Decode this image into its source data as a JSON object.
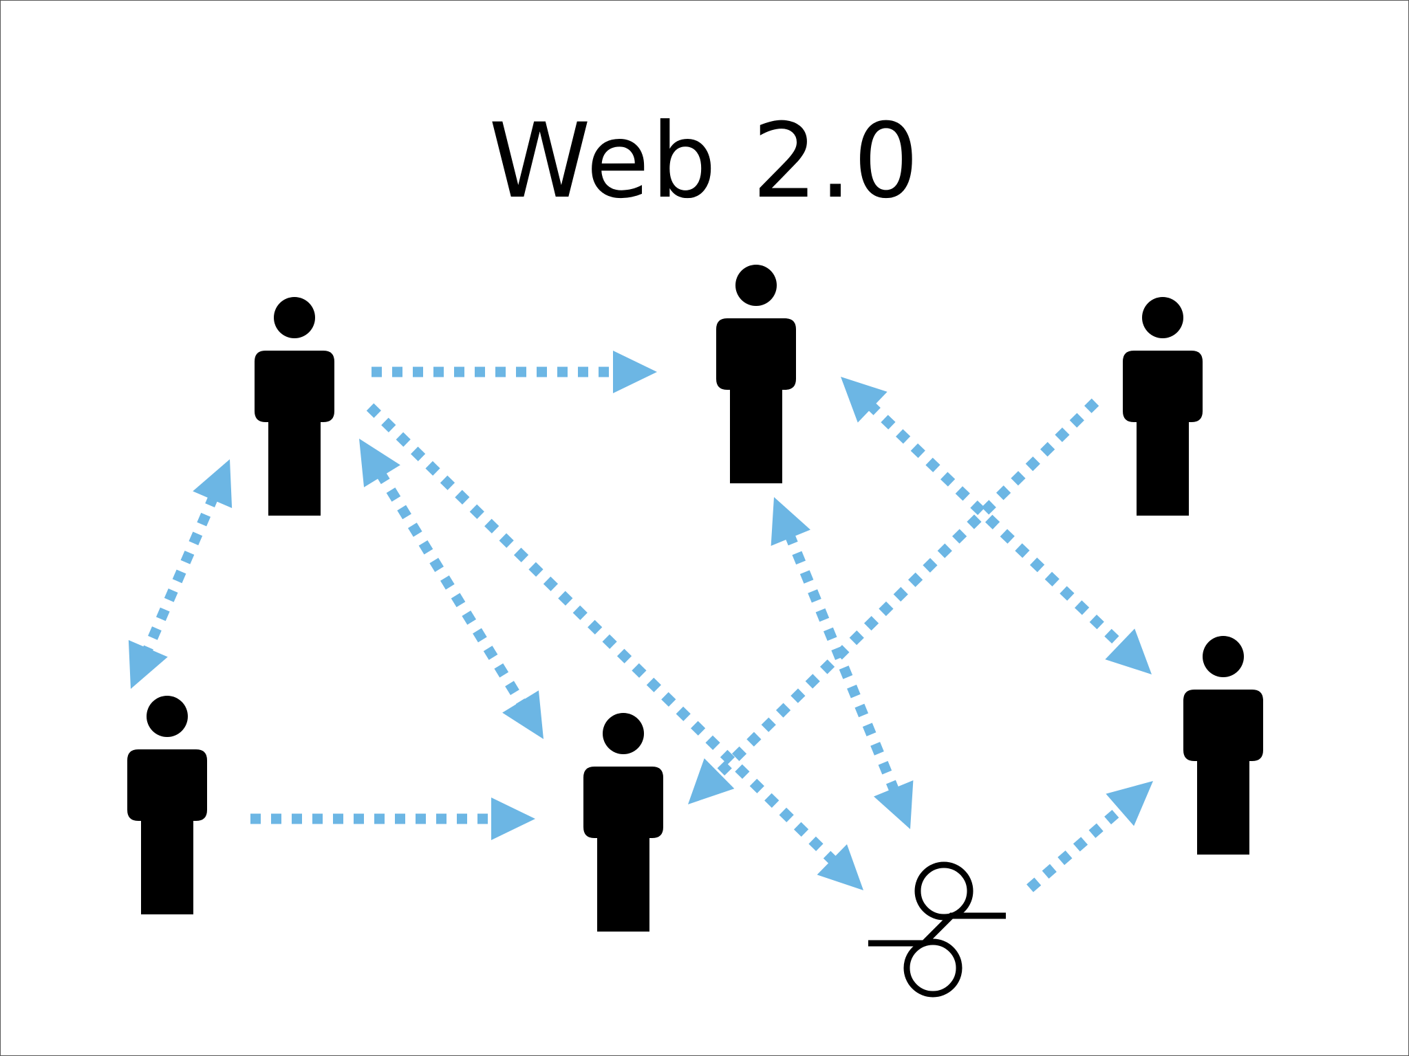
{
  "title": "Web 2.0",
  "colors": {
    "arrow": "#6cb6e4",
    "figure": "#000000",
    "background": "#ffffff",
    "border": "#555555"
  },
  "nodes": [
    {
      "id": "person-top-left",
      "icon": "person-icon"
    },
    {
      "id": "person-top-center",
      "icon": "person-icon"
    },
    {
      "id": "person-top-right",
      "icon": "person-icon"
    },
    {
      "id": "person-bottom-left",
      "icon": "person-icon"
    },
    {
      "id": "person-bottom-center",
      "icon": "person-icon"
    },
    {
      "id": "person-right",
      "icon": "person-icon"
    },
    {
      "id": "link-symbol",
      "icon": "link-icon"
    }
  ],
  "edges": [
    {
      "from": "person-top-left",
      "to": "person-top-center",
      "direction": "forward"
    },
    {
      "from": "person-top-left",
      "to": "link-symbol",
      "direction": "forward"
    },
    {
      "from": "person-top-left",
      "to": "person-bottom-center",
      "direction": "both"
    },
    {
      "from": "person-top-left",
      "to": "person-bottom-left",
      "direction": "both"
    },
    {
      "from": "person-bottom-left",
      "to": "person-bottom-center",
      "direction": "forward"
    },
    {
      "from": "person-top-right",
      "to": "person-bottom-center",
      "direction": "forward"
    },
    {
      "from": "person-top-center",
      "to": "person-right",
      "direction": "both"
    },
    {
      "from": "person-top-center",
      "to": "link-symbol",
      "direction": "both"
    },
    {
      "from": "link-symbol",
      "to": "person-right",
      "direction": "forward"
    }
  ]
}
